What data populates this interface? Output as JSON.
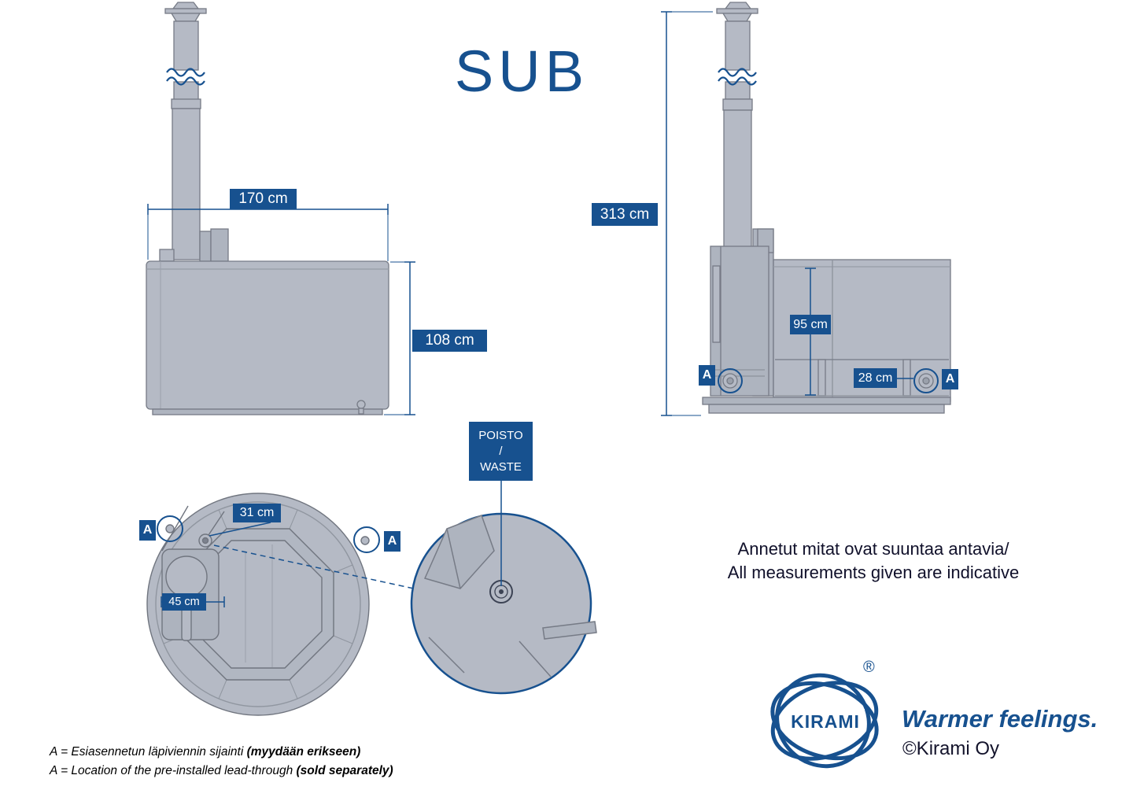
{
  "title": "SUB",
  "colors": {
    "accent": "#17518f",
    "drawing_fill": "#b5bac5",
    "drawing_outline": "#767b86",
    "text_dark": "#10102a"
  },
  "lead_through_marker": "A",
  "front_view": {
    "width": "170 cm",
    "height": "108 cm"
  },
  "side_view": {
    "total_height": "313 cm",
    "inner_depth": "95 cm",
    "lead_through_height": "28 cm"
  },
  "top_view": {
    "lead_through_offset": "31 cm",
    "stove_width": "45 cm"
  },
  "detail_view": {
    "waste_line1": "POISTO",
    "waste_line2": "/",
    "waste_line3": "WASTE"
  },
  "notes": {
    "line1_fi": "Annetut mitat ovat suuntaa antavia/",
    "line2_en": "All measurements given are indicative"
  },
  "footnotes": {
    "fi": {
      "text": "A = Esiasennetun läpiviennin sijainti ",
      "bold": "(myydään erikseen)"
    },
    "en": {
      "text": "A = Location of the pre-installed lead-through ",
      "bold": "(sold separately)"
    }
  },
  "branding": {
    "name": "KIRAMI",
    "registered": "®",
    "tagline": "Warmer feelings.",
    "copyright": "©Kirami Oy"
  }
}
